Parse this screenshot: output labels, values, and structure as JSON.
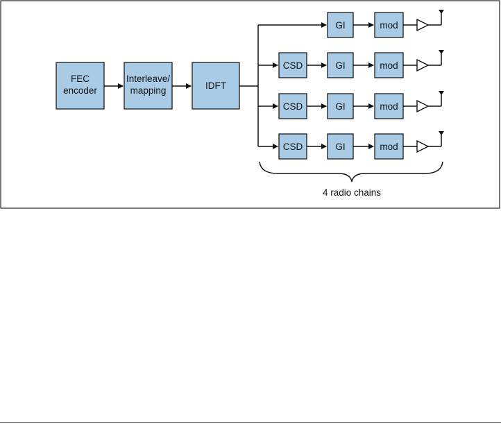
{
  "blocks": {
    "fec_line1": "FEC",
    "fec_line2": "encoder",
    "interleave_line1": "Interleave/",
    "interleave_line2": "mapping",
    "idft": "IDFT"
  },
  "chain_labels": {
    "csd": "CSD",
    "gi": "GI",
    "mod": "mod"
  },
  "brace_caption": "4 radio chains",
  "colors": {
    "block_fill": "#a9cbe6",
    "stroke": "#111111"
  }
}
